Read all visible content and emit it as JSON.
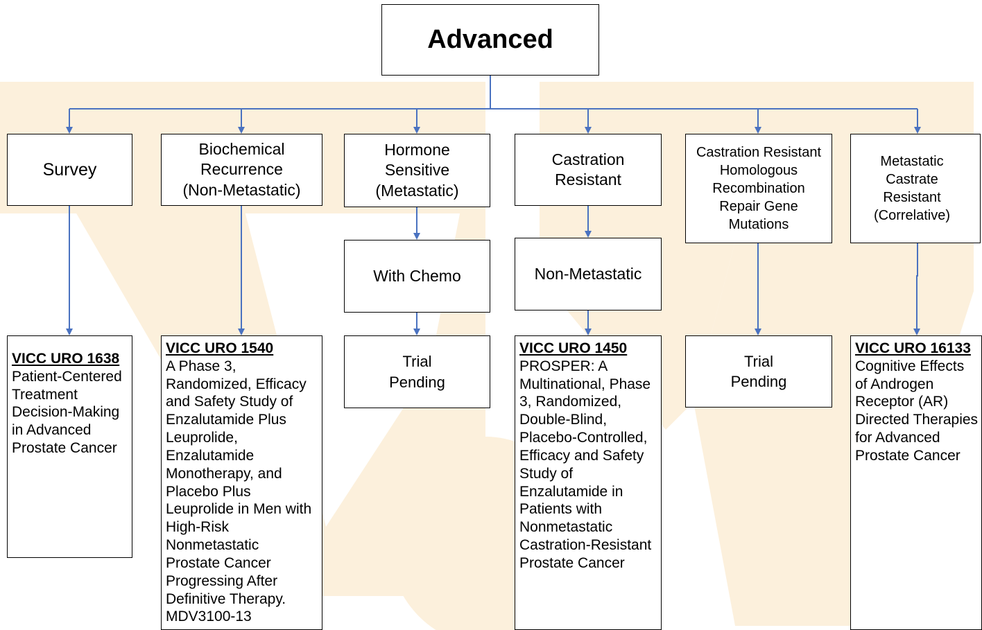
{
  "root": {
    "label": "Advanced"
  },
  "categories": [
    {
      "key": "survey",
      "label_lines": [
        "Survey"
      ]
    },
    {
      "key": "biochemical",
      "label_lines": [
        "Biochemical",
        "Recurrence",
        "(Non-Metastatic)"
      ]
    },
    {
      "key": "hormone",
      "label_lines": [
        "Hormone",
        "Sensitive",
        "(Metastatic)"
      ]
    },
    {
      "key": "castration",
      "label_lines": [
        "Castration",
        "Resistant"
      ]
    },
    {
      "key": "hrr",
      "label_lines": [
        "Castration Resistant",
        "Homologous",
        "Recombination",
        "Repair Gene",
        "Mutations"
      ]
    },
    {
      "key": "mcrpc",
      "label_lines": [
        "Metastatic",
        "Castrate",
        "Resistant",
        "(Correlative)"
      ]
    }
  ],
  "subcategories": {
    "hormone": {
      "label": "With Chemo"
    },
    "castration": {
      "label": "Non-Metastatic"
    }
  },
  "trials": {
    "survey": {
      "id": "VICC URO 1638",
      "description_lines": [
        "Patient-Centered",
        "Treatment",
        "Decision-Making",
        "in Advanced",
        "Prostate Cancer"
      ]
    },
    "biochemical": {
      "id": "VICC URO 1540",
      "description_lines": [
        "A Phase 3,",
        "Randomized, Efficacy",
        "and Safety Study of",
        "Enzalutamide Plus",
        "Leuprolide,",
        "Enzalutamide",
        "Monotherapy, and",
        "Placebo Plus",
        "Leuprolide in Men with",
        "High-Risk",
        "Nonmetastatic",
        "Prostate Cancer",
        "Progressing After",
        "Definitive Therapy.",
        "MDV3100-13"
      ]
    },
    "hormone": {
      "pending_lines": [
        "Trial",
        "Pending"
      ]
    },
    "castration": {
      "id": "VICC URO 1450",
      "description_lines": [
        "PROSPER: A",
        "Multinational, Phase",
        "3, Randomized,",
        "Double-Blind,",
        "Placebo-Controlled,",
        "Efficacy and Safety",
        "Study of",
        "Enzalutamide in",
        "Patients with",
        "Nonmetastatic",
        "Castration-Resistant",
        "Prostate Cancer"
      ]
    },
    "hrr": {
      "pending_lines": [
        "Trial",
        "Pending"
      ]
    },
    "mcrpc": {
      "id": "VICC URO 16133",
      "description_lines": [
        "Cognitive Effects",
        "of Androgen",
        "Receptor (AR)",
        "Directed Therapies",
        "for Advanced",
        "Prostate Cancer"
      ]
    }
  },
  "colors": {
    "connector": "#4a72c0",
    "watermark": "#fcf0dc",
    "border": "#000000"
  }
}
